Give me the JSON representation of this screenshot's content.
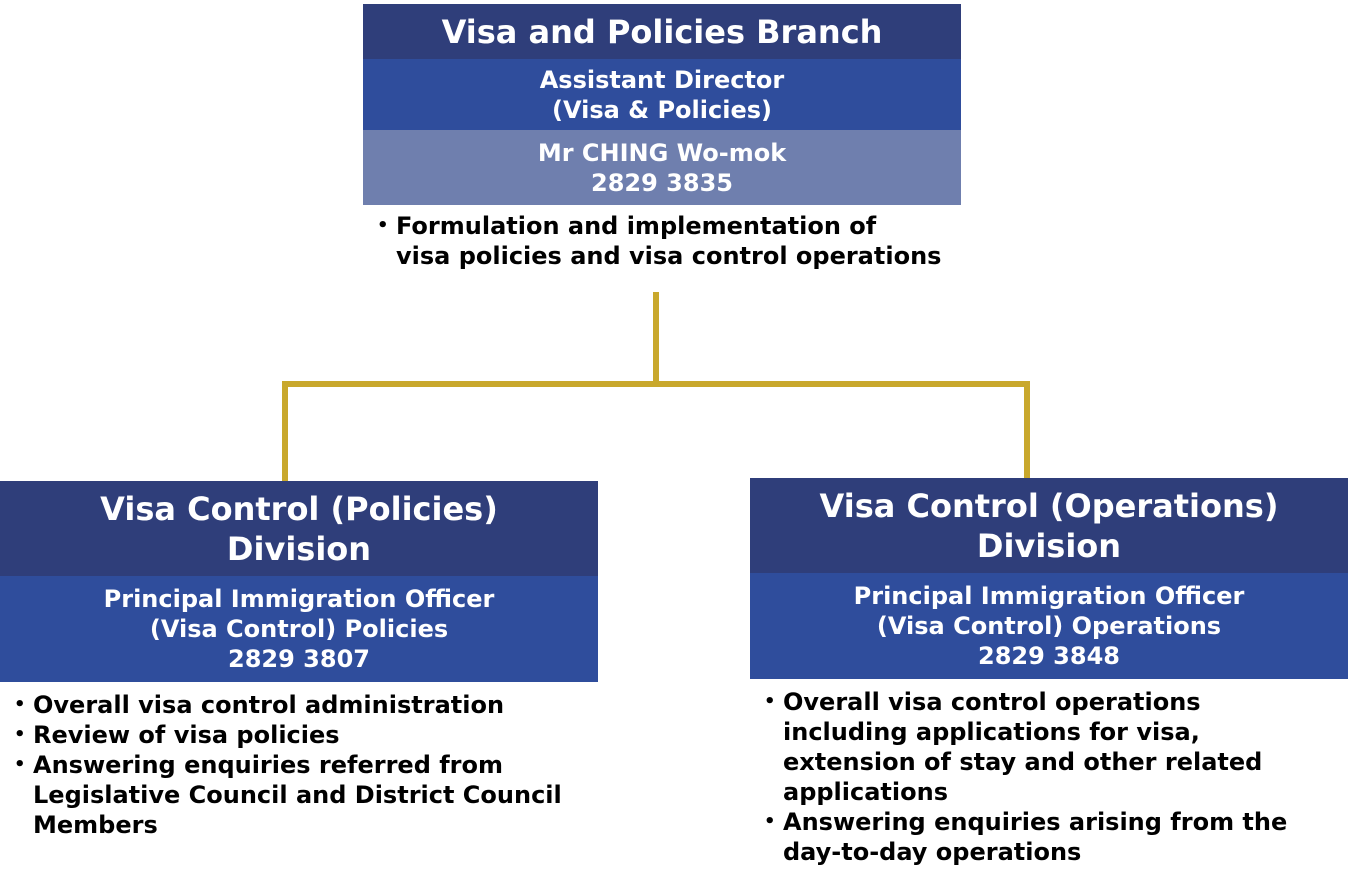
{
  "top": {
    "title": "Visa and Policies Branch",
    "role_lines": [
      "Assistant Director",
      "(Visa & Policies)"
    ],
    "person": "Mr CHING Wo-mok",
    "phone": "2829 3835",
    "bullets": [
      [
        "Formulation and implementation of",
        "visa policies and visa control operations"
      ]
    ]
  },
  "left": {
    "title_lines": [
      "Visa Control (Policies)",
      "Division"
    ],
    "role_lines": [
      "Principal Immigration Officer",
      "(Visa Control) Policies"
    ],
    "phone": "2829 3807",
    "bullets": [
      [
        "Overall visa control administration"
      ],
      [
        "Review of visa policies"
      ],
      [
        "Answering enquiries referred from",
        "Legislative Council and District Council",
        "Members"
      ]
    ]
  },
  "right": {
    "title_lines": [
      "Visa Control (Operations)",
      "Division"
    ],
    "role_lines": [
      "Principal Immigration Officer",
      "(Visa Control) Operations"
    ],
    "phone": "2829 3848",
    "bullets": [
      [
        "Overall visa control operations",
        "including applications for visa,",
        "extension of stay and other related",
        "applications"
      ],
      [
        "Answering enquiries arising from the",
        "day-to-day operations"
      ]
    ]
  },
  "colors": {
    "title_band": "#2f3e7a",
    "role_band": "#2f4d9c",
    "person_band": "#6f7fae",
    "connector": "#c9a82c"
  }
}
